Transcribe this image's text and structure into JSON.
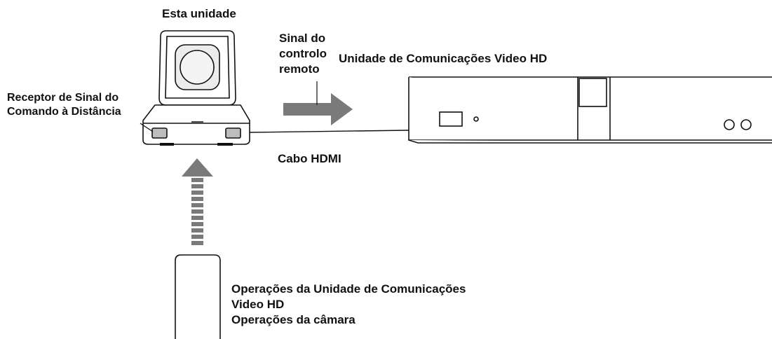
{
  "labels": {
    "camera_title": "Esta unidade",
    "remote_receiver_line1": "Receptor de Sinal do",
    "remote_receiver_line2": "Comando à Distância",
    "signal_line1": "Sinal do",
    "signal_line2": "controlo",
    "signal_line3": "remoto",
    "hd_unit_title": "Unidade de Comunicações Video HD",
    "cable_label": "Cabo HDMI",
    "ops_line1": "Operações da Unidade de Comunicações",
    "ops_line2": "Video HD",
    "ops_line3": "Operações da câmara"
  },
  "colors": {
    "line": "#111111",
    "arrow": "#7a7a7a",
    "lens_fill": "#e8e8e8",
    "device_fill": "#ffffff"
  }
}
